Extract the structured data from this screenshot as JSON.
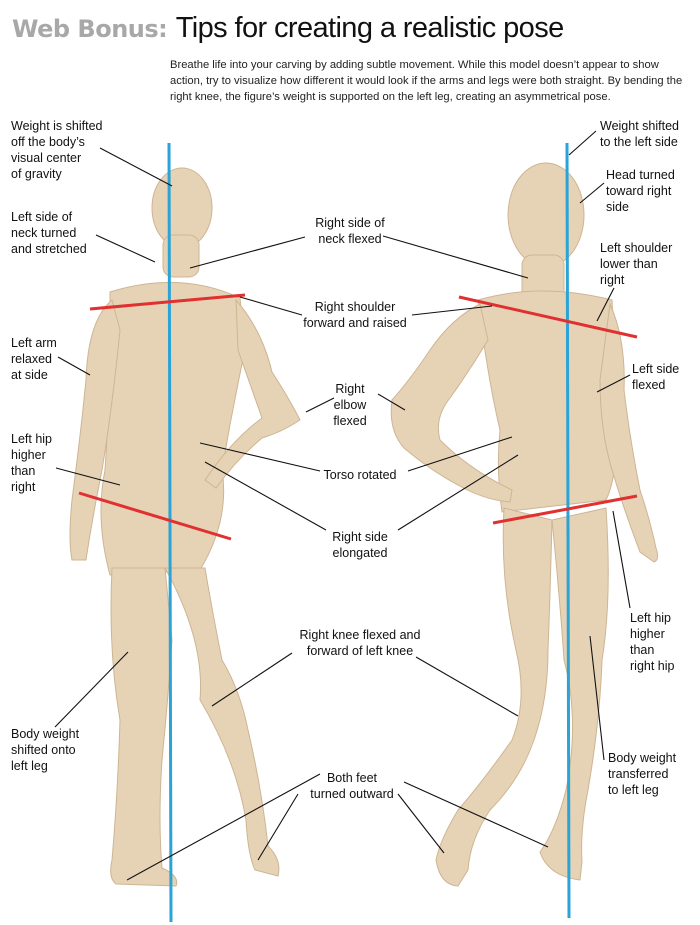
{
  "header": {
    "bonus": "Web Bonus:",
    "title": "Tips for creating a realistic pose"
  },
  "intro": "Breathe life into your carving by adding subtle movement. While this model doesn’t appear to show action, try to visualize how different it would look if the arms and legs were both straight. By bending the right knee, the figure’s weight is supported on the left leg, creating an asymmetrical pose.",
  "colors": {
    "guide_line": "#2aa3d6",
    "tilt_line": "#e03030",
    "figure": "#e6d3b6",
    "figure_shade": "#cdb593"
  },
  "labels": {
    "weight_shifted_body": [
      "Weight is shifted",
      "off the body’s",
      "visual center",
      "of gravity"
    ],
    "left_neck": [
      "Left side of",
      "neck turned",
      "and stretched"
    ],
    "left_arm": [
      "Left arm",
      "relaxed",
      "at side"
    ],
    "left_hip_back": [
      "Left hip",
      "higher",
      "than",
      "right"
    ],
    "body_weight_back": [
      "Body weight",
      "shifted onto",
      "left leg"
    ],
    "right_neck": [
      "Right side of",
      "neck flexed"
    ],
    "right_shoulder": [
      "Right shoulder",
      "forward and raised"
    ],
    "right_elbow": [
      "Right",
      "elbow",
      "flexed"
    ],
    "torso": [
      "Torso rotated"
    ],
    "right_side": [
      "Right side",
      "elongated"
    ],
    "right_knee": [
      "Right knee flexed and",
      "forward of left knee"
    ],
    "feet": [
      "Both feet",
      "turned outward"
    ],
    "weight_shifted_left": [
      "Weight shifted",
      "to the left side"
    ],
    "head_turned": [
      "Head turned",
      "toward right",
      "side"
    ],
    "left_shoulder": [
      "Left shoulder",
      "lower than",
      "right"
    ],
    "left_side": [
      "Left side",
      "flexed"
    ],
    "left_hip_front": [
      "Left hip",
      "higher",
      "than",
      "right hip"
    ],
    "body_weight_front": [
      "Body weight",
      "transferred",
      "to left leg"
    ]
  }
}
